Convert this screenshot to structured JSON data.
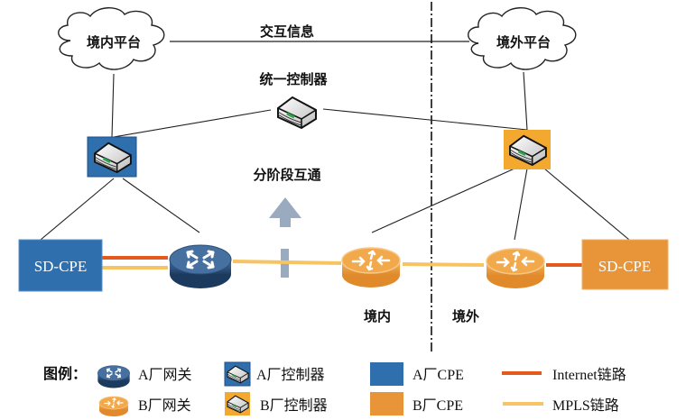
{
  "labels": {
    "domestic_platform": "境内平台",
    "overseas_platform": "境外平台",
    "interaction_info": "交互信息",
    "unified_controller": "统一控制器",
    "phased_interconnect": "分阶段互通",
    "domestic": "境内",
    "overseas": "境外",
    "cpe_left": "SD-CPE",
    "cpe_right": "SD-CPE"
  },
  "colors": {
    "vendor_a": "#2f6fae",
    "vendor_b": "#e8953a",
    "vendor_b_controller_bg": "#f3a82f",
    "internet_link": "#e35a1c",
    "mpls_link": "#f6c462",
    "arrow": "#9aaabf",
    "router_a": "#2d4f78"
  },
  "legend": {
    "title": "图例：",
    "items": [
      {
        "label": "A厂网关",
        "type": "router-a"
      },
      {
        "label": "A厂控制器",
        "type": "controller-a"
      },
      {
        "label": "A厂CPE",
        "type": "cpe-a"
      },
      {
        "label": "Internet链路",
        "type": "internet-link"
      },
      {
        "label": "B厂网关",
        "type": "router-b"
      },
      {
        "label": "B厂控制器",
        "type": "controller-b"
      },
      {
        "label": "B厂CPE",
        "type": "cpe-b"
      },
      {
        "label": "MPLS链路",
        "type": "mpls-link"
      }
    ]
  }
}
